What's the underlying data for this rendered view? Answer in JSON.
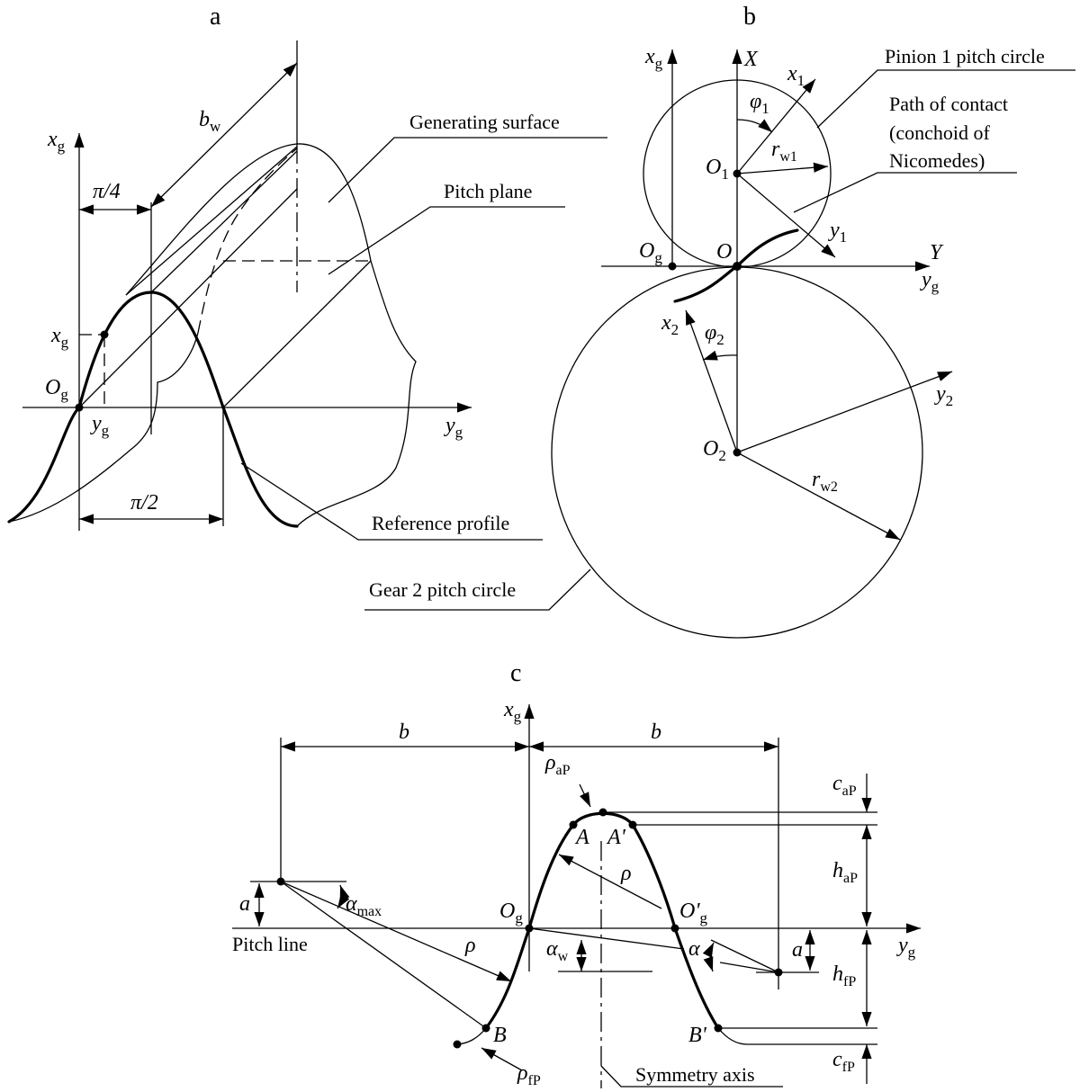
{
  "panels": {
    "a": "a",
    "b": "b",
    "c": "c"
  },
  "panel_a": {
    "generating_surface": "Generating surface",
    "pitch_plane": "Pitch plane",
    "reference_profile": "Reference profile",
    "bw_main": "b",
    "bw_sub": "w",
    "pi4": "π/4",
    "pi2": "π/2",
    "xg_axis_main": "x",
    "xg_axis_sub": "g",
    "yg_axis_main": "y",
    "yg_axis_sub": "g",
    "xg_point_main": "x",
    "xg_point_sub": "g",
    "yg_point_main": "y",
    "yg_point_sub": "g",
    "og_main": "O",
    "og_sub": "g"
  },
  "panel_b": {
    "pinion_pitch_circle": "Pinion 1 pitch circle",
    "path_of_contact_l1": "Path of contact",
    "path_of_contact_l2": "(conchoid of",
    "path_of_contact_l3": "Nicomedes)",
    "gear2_pitch_circle": "Gear 2 pitch circle",
    "X": "X",
    "Y": "Y",
    "O": "O",
    "xg_main": "x",
    "xg_sub": "g",
    "yg_main": "y",
    "yg_sub": "g",
    "og_main": "O",
    "og_sub": "g",
    "x1_main": "x",
    "x1_sub": "1",
    "y1_main": "y",
    "y1_sub": "1",
    "x2_main": "x",
    "x2_sub": "2",
    "y2_main": "y",
    "y2_sub": "2",
    "phi1_main": "φ",
    "phi1_sub": "1",
    "phi2_main": "φ",
    "phi2_sub": "2",
    "o1_main": "O",
    "o1_sub": "1",
    "o2_main": "O",
    "o2_sub": "2",
    "rw1_main": "r",
    "rw1_sub": "w1",
    "rw2_main": "r",
    "rw2_sub": "w2"
  },
  "panel_c": {
    "pitch_line": "Pitch line",
    "symmetry_axis": "Symmetry axis",
    "b_left": "b",
    "b_right": "b",
    "a_left": "a",
    "a_right": "a",
    "rho_left": "ρ",
    "rho_top": "ρ",
    "rho_ap_main": "ρ",
    "rho_ap_sub": "aP",
    "rho_fp_main": "ρ",
    "rho_fp_sub": "fP",
    "alpha_max_main": "α",
    "alpha_max_sub": "max",
    "alpha_w_main": "α",
    "alpha_w_sub": "w",
    "alpha": "α",
    "A": "A",
    "A_prime": "A'",
    "B": "B",
    "B_prime": "B'",
    "og_main": "O",
    "og_sub": "g",
    "og_prime_main": "O'",
    "og_prime_sub": "g",
    "xg_main": "x",
    "xg_sub": "g",
    "yg_main": "y",
    "yg_sub": "g",
    "cap_main": "c",
    "cap_sub": "aP",
    "hap_main": "h",
    "hap_sub": "aP",
    "hfp_main": "h",
    "hfp_sub": "fP",
    "cfp_main": "c",
    "cfp_sub": "fP"
  }
}
